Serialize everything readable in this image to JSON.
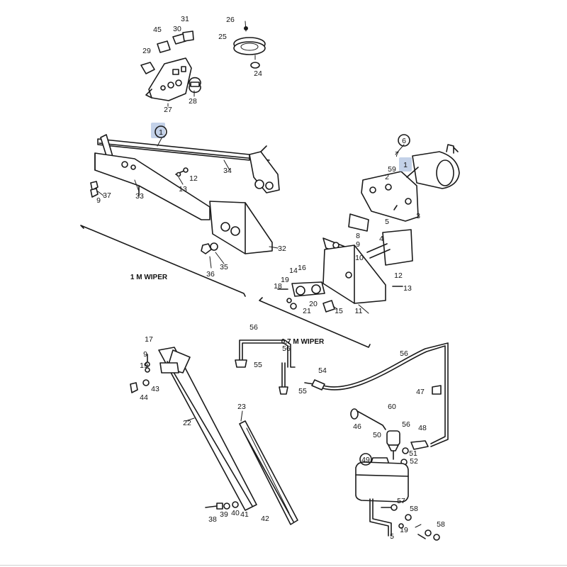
{
  "diagram": {
    "callouts": {
      "c1": "1",
      "c1b": "1",
      "c2": "2",
      "c3": "3",
      "c4": "4",
      "c5": "5",
      "c6": "6",
      "c7": "7",
      "c8": "8",
      "c9": "9",
      "c9b": "9",
      "c9c": "9",
      "c10": "10",
      "c11": "11",
      "c12": "12",
      "c12b": "12",
      "c13": "13",
      "c13b": "13",
      "c14": "14",
      "c15": "15",
      "c16": "16",
      "c17": "17",
      "c18": "18",
      "c19": "19",
      "c19b": "19",
      "c19c": "19",
      "c20": "20",
      "c21": "21",
      "c22": "22",
      "c23": "23",
      "c24": "24",
      "c25": "25",
      "c26": "26",
      "c27": "27",
      "c28": "28",
      "c29": "29",
      "c30": "30",
      "c31": "31",
      "c32": "32",
      "c33": "33",
      "c34": "34",
      "c35": "35",
      "c36": "36",
      "c37": "37",
      "c38": "38",
      "c39": "39",
      "c40": "40",
      "c41": "41",
      "c42": "42",
      "c43": "43",
      "c44": "44",
      "c45": "45",
      "c46": "46",
      "c47": "47",
      "c48": "48",
      "c49": "49",
      "c50": "50",
      "c51": "51",
      "c52": "52",
      "c54": "54",
      "c55": "55",
      "c55b": "55",
      "c56": "56",
      "c56b": "56",
      "c56c": "56",
      "c56d": "56",
      "c57": "57",
      "c58": "58",
      "c58b": "58",
      "c59": "59",
      "c60": "60"
    },
    "section_labels": {
      "one_m": "1 M WIPER",
      "zero_seven_m": "0.7 M WIPER"
    },
    "highlight_color": "#b9c9e4"
  }
}
